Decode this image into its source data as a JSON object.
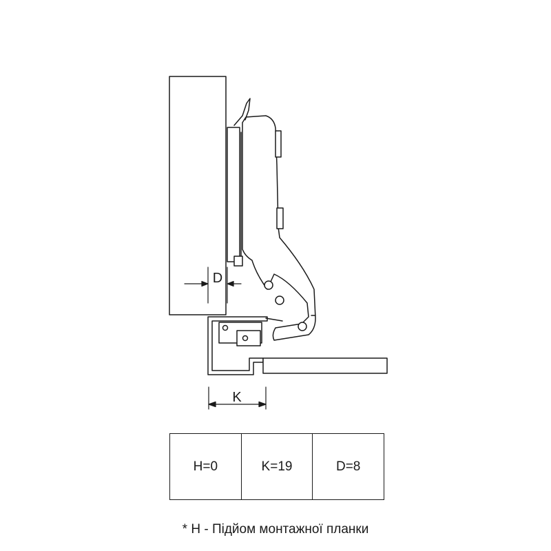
{
  "diagram": {
    "labels": {
      "d": "D",
      "k": "K"
    }
  },
  "params": [
    {
      "text": "H=0"
    },
    {
      "text": "K=19"
    },
    {
      "text": "D=8"
    }
  ],
  "footnote": "* H - Підйом монтажної планки",
  "colors": {
    "line": "#1a1a1a",
    "fill": "#ffffff"
  }
}
